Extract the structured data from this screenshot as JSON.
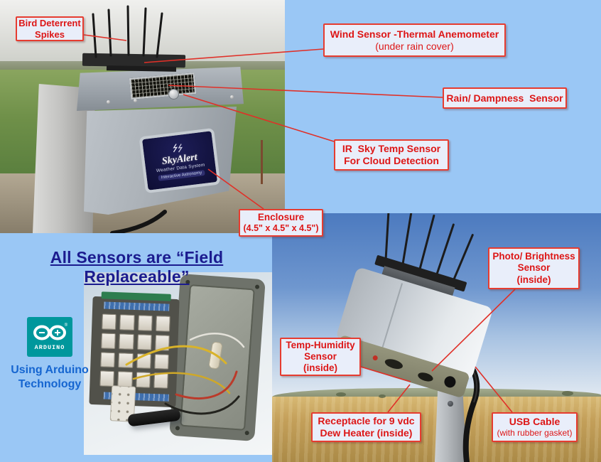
{
  "slide": {
    "background_color": "#9ac7f5",
    "headline": "All Sensors are “Field Replaceable”",
    "headline_color": "#1b1b8f"
  },
  "callout_style": {
    "text_color": "#dd1616",
    "border_color": "#e63c30",
    "fill_color": "#e9eefa"
  },
  "callouts": [
    {
      "id": "bird-deterrent-spikes",
      "lines": [
        "Bird Deterrent",
        "Spikes"
      ]
    },
    {
      "id": "wind-sensor",
      "lines": [
        "Wind Sensor -Thermal Anemometer",
        "(under rain cover)"
      ]
    },
    {
      "id": "rain-dampness-sensor",
      "lines": [
        "Rain/ Dampness  Sensor"
      ]
    },
    {
      "id": "ir-sky-temp-sensor",
      "lines": [
        "IR  Sky Temp Sensor",
        "For Cloud Detection"
      ]
    },
    {
      "id": "enclosure",
      "lines": [
        "Enclosure",
        "(4.5\" x 4.5\" x 4.5\")"
      ]
    },
    {
      "id": "photo-brightness-sensor",
      "lines": [
        "Photo/ Brightness",
        "Sensor",
        "(inside)"
      ]
    },
    {
      "id": "temp-humidity-sensor",
      "lines": [
        "Temp-Humidity",
        "Sensor",
        "(inside)"
      ]
    },
    {
      "id": "receptacle-dew-heater",
      "lines": [
        "Receptacle for 9 vdc",
        "Dew Heater (inside)"
      ]
    },
    {
      "id": "usb-cable",
      "lines": [
        "USB Cable",
        "(with rubber gasket)"
      ]
    }
  ],
  "arduino": {
    "wordmark": "ARDUINO",
    "registered": "®",
    "caption_line1": "Using Arduino",
    "caption_line2": "Technology",
    "logo_color": "#00979c",
    "caption_color": "#1565d0"
  },
  "device_sticker": {
    "brand": "SkyAlert",
    "subtitle": "Weather Data System",
    "tagline": "Interactive Astronomy"
  }
}
